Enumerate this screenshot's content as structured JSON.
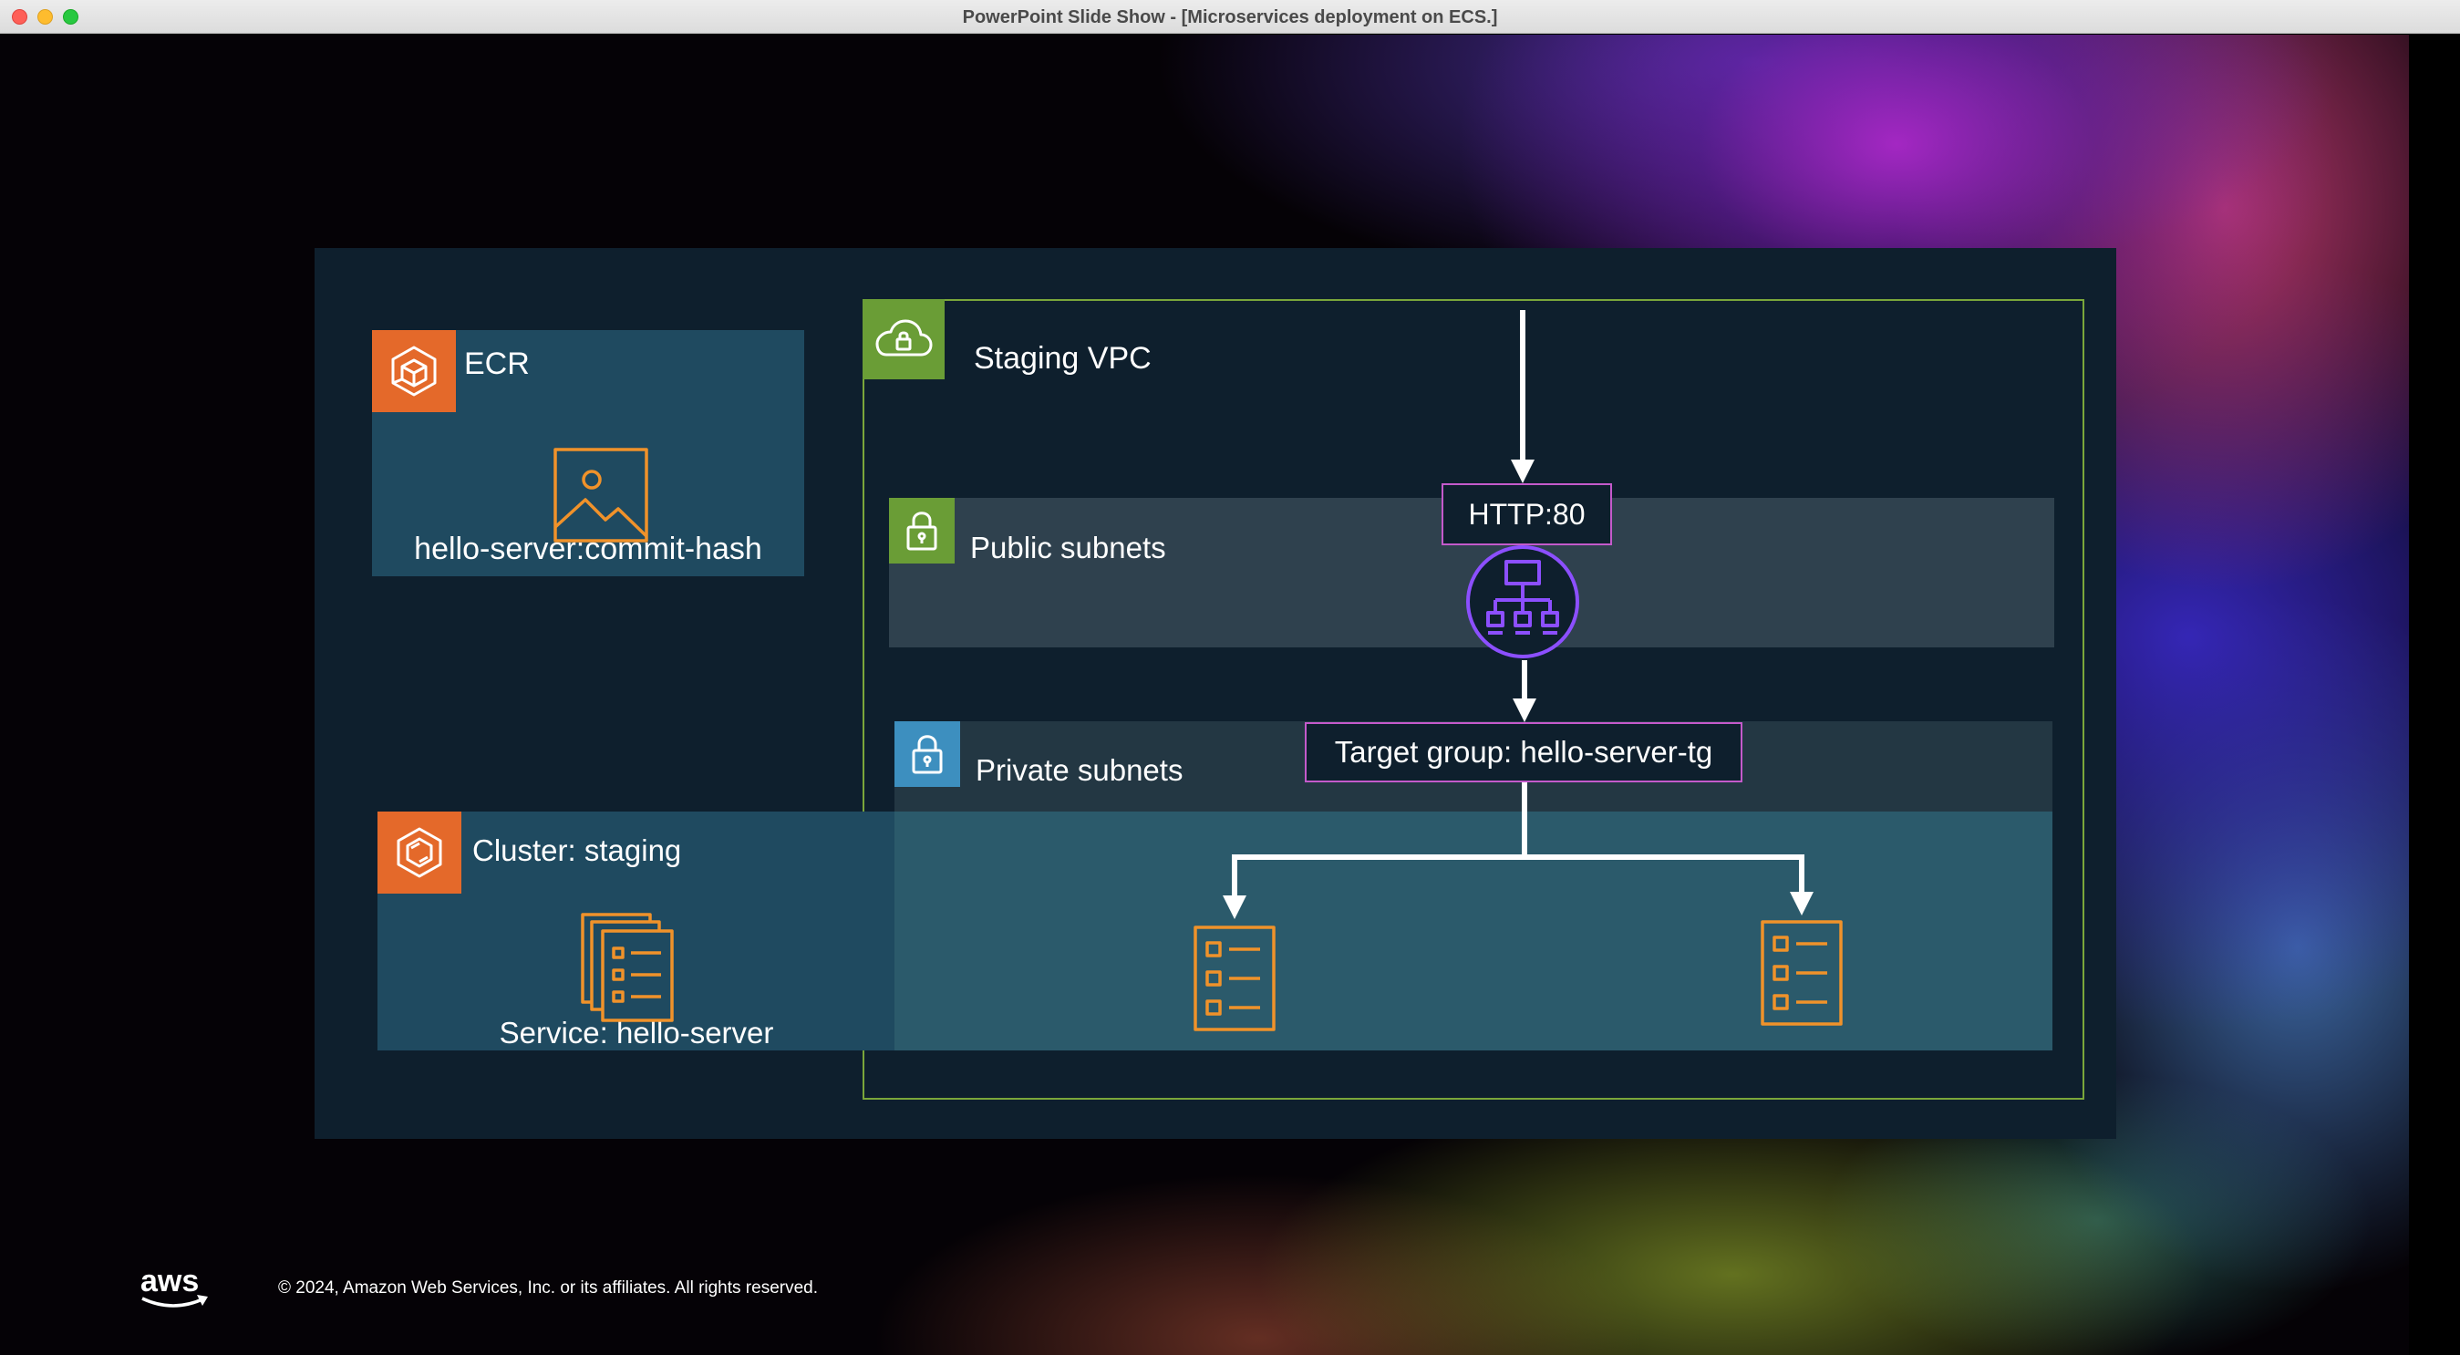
{
  "window": {
    "title": "PowerPoint Slide Show - [Microservices deployment on ECS.]"
  },
  "slide": {
    "ecr": {
      "title": "ECR",
      "image_label": "hello-server:commit-hash"
    },
    "vpc": {
      "title": "Staging VPC",
      "listener_label": "HTTP:80",
      "public_subnets_label": "Public subnets",
      "private_subnets_label": "Private subnets",
      "target_group_label": "Target group: hello-server-tg"
    },
    "cluster": {
      "title": "Cluster: staging",
      "service_label": "Service: hello-server"
    },
    "footer": {
      "logo_text": "aws",
      "copyright": "© 2024, Amazon Web Services, Inc. or its affiliates. All rights reserved."
    }
  },
  "colors": {
    "aws_orange": "#e4692a",
    "vpc_green": "#6a9d36",
    "private_blue": "#3d8fbf",
    "listener_pink": "#c45acb",
    "lb_purple": "#8c4fff",
    "icon_orange": "#f0922a"
  },
  "icons": {
    "ecr": "ecr-registry-icon",
    "image": "container-image-icon",
    "cluster": "ecs-cluster-icon",
    "service": "ecs-service-icon",
    "vpc": "vpc-cloud-lock-icon",
    "subnet": "subnet-lock-icon",
    "load_balancer": "application-load-balancer-icon",
    "task": "ecs-task-icon"
  }
}
